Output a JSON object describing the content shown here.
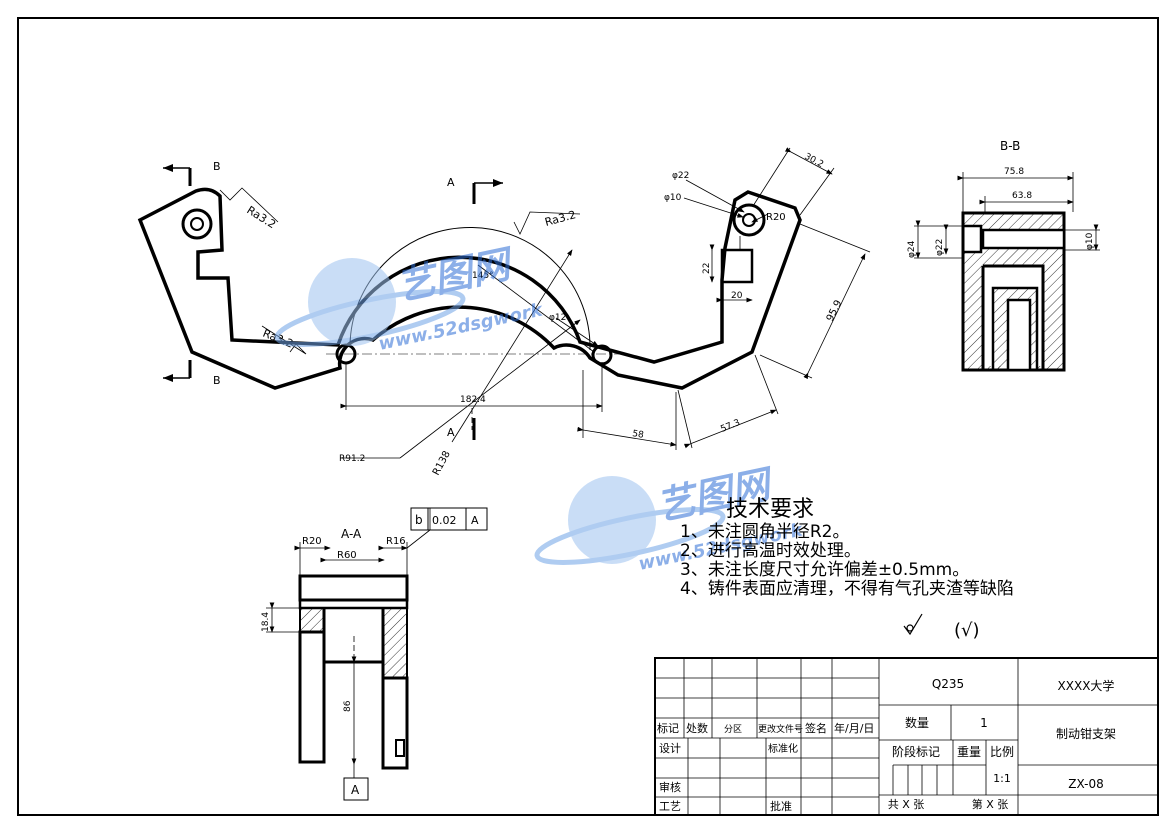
{
  "frame": {
    "border_color": "#000000",
    "watermark_color": "#2f6fd6"
  },
  "watermark": {
    "brand": "艺图网",
    "url": "www.52dsgwork"
  },
  "main_view": {
    "section_mark_B": "B",
    "section_mark_A": "A",
    "dims": {
      "ra_left": "Ra3.2",
      "ra_middle": "Ra3.2",
      "ra_bottom": "Ra3.2",
      "angle": "145°",
      "hole_phi12": "φ12",
      "width": "182.4",
      "radius_inner": "R91.2",
      "radius_outer": "R138",
      "horiz_58": "58",
      "diag_57": "57.3",
      "diag_95": "95.9",
      "phi22": "φ22",
      "phi10": "φ10",
      "r20": "R20",
      "top_30": "30.2",
      "lug_22": "22",
      "lug_20": "20"
    }
  },
  "view_bb": {
    "title": "B-B",
    "dims": {
      "width_75": "75.8",
      "width_63": "63.8",
      "phi24": "φ24",
      "phi22": "φ22",
      "phi10": "φ10"
    }
  },
  "view_aa": {
    "title": "A-A",
    "dims": {
      "r20": "R20",
      "r60": "R60",
      "r16": "R16",
      "h18": "18.4",
      "h86": "86"
    },
    "tolerance": {
      "symbol": "b",
      "value": "0.02",
      "datum": "A"
    },
    "datum_box": "A"
  },
  "notes": {
    "title": "技术要求",
    "items": [
      "1、未注圆角半径R2。",
      "2、进行高温时效处理。",
      "3、未注长度尺寸允许偏差±0.5mm。",
      "4、铸件表面应清理，不得有气孔夹渣等缺陷"
    ]
  },
  "roughness_mark": "(√)",
  "title_block": {
    "material": "Q235",
    "school": "XXXX大学",
    "part_name": "制动钳支架",
    "drawing_no": "ZX-08",
    "qty_label": "数量",
    "qty_value": "1",
    "stage_label": "阶段标记",
    "weight_label": "重量",
    "scale_label": "比例",
    "scale_value": "1:1",
    "sheets_total": "共 X 张",
    "sheet_no": "第 X 张",
    "header": [
      "标记",
      "处数",
      "分区",
      "更改文件号",
      "签名",
      "年/月/日"
    ],
    "design": "设计",
    "standard": "标准化",
    "review": "审核",
    "process": "工艺",
    "approve": "批准"
  }
}
